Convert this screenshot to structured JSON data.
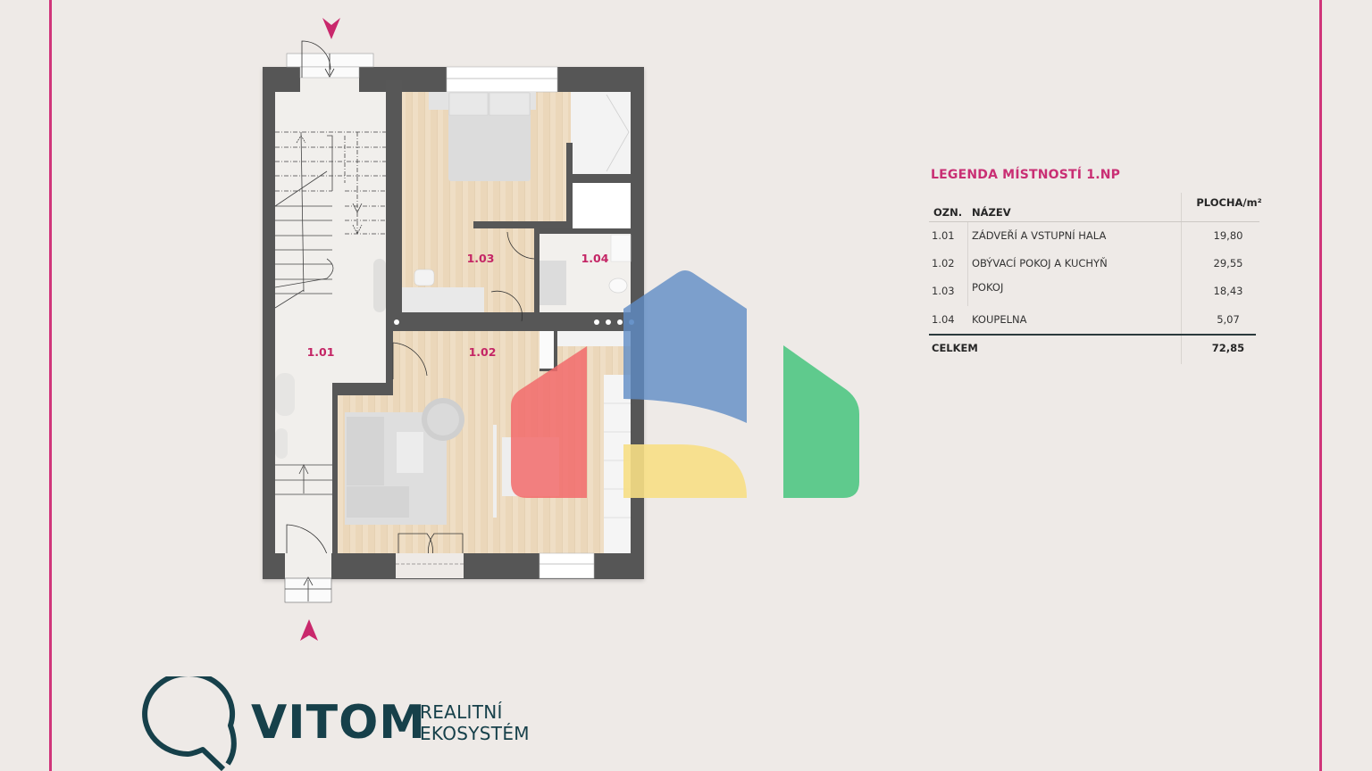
{
  "floor_plan": {
    "rooms": [
      {
        "id": "1.01",
        "label": "1.01"
      },
      {
        "id": "1.02",
        "label": "1.02"
      },
      {
        "id": "1.03",
        "label": "1.03"
      },
      {
        "id": "1.04",
        "label": "1.04"
      }
    ],
    "entrances": [
      "top-entrance-arrow",
      "bottom-entrance-arrow"
    ]
  },
  "legend": {
    "title": "LEGENDA MÍSTNOSTÍ 1.NP",
    "columns": {
      "code": "OZN.",
      "name": "NÁZEV",
      "area": "PLOCHA/m²"
    },
    "rows": [
      {
        "code": "1.01",
        "name": "ZÁDVEŘÍ A VSTUPNÍ HALA",
        "area": "19,80"
      },
      {
        "code": "1.02",
        "name": "OBÝVACÍ POKOJ A KUCHYŇ",
        "area": "29,55"
      },
      {
        "code": "1.03",
        "name": "POKOJ",
        "area": "18,43"
      },
      {
        "code": "1.04",
        "name": "KOUPELNA",
        "area": "5,07"
      }
    ],
    "total": {
      "label": "CELKEM",
      "area": "72,85"
    }
  },
  "logo": {
    "word": "VITOM",
    "sub_line1": "REALITNÍ",
    "sub_line2": "EKOSYSTÉM"
  },
  "colors": {
    "frame": "#d0357a",
    "accent_text": "#c42565",
    "wall": "#575757",
    "floor_wood": "#ead8bd",
    "floor_tile": "#f1efec",
    "logo": "#16404a",
    "wm_red": "#f26b6b",
    "wm_blue": "#6b95c8",
    "wm_yellow": "#f7df85",
    "wm_green": "#4fc783"
  }
}
